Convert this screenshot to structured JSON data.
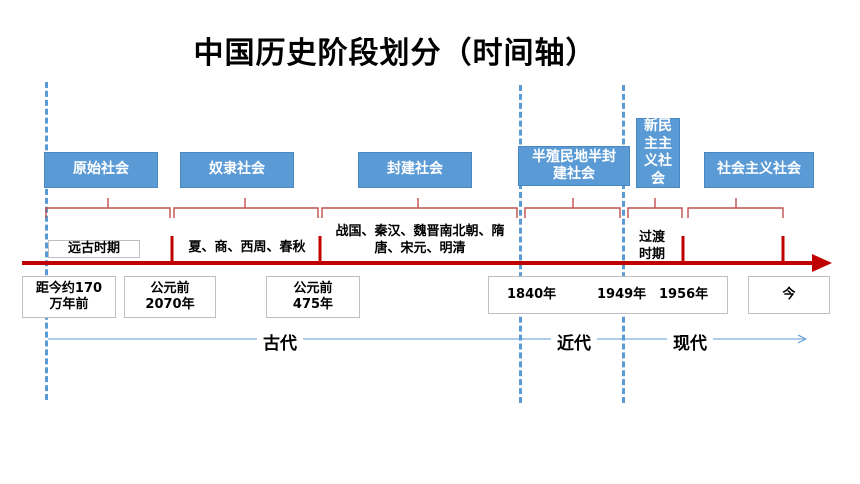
{
  "title": "中国历史阶段划分（时间轴）",
  "periods": {
    "primitive": "原始社会",
    "slavery": "奴隶社会",
    "feudal": "封建社会",
    "semi_colonial": "半殖民地半封建社会",
    "new_democratic": "新民主主义社会",
    "socialist": "社会主义社会"
  },
  "segments": {
    "remote_ancient": "远古时期",
    "xia_to_spring": "夏、商、西周、春秋",
    "warring_to_qing": "战国、秦汉、魏晋南北朝、隋唐、宋元、明清",
    "transition": "过渡时期"
  },
  "dates": {
    "d1": "距今约170万年前",
    "d2": "公元前2070年",
    "d3": "公元前475年",
    "d4": "1840年",
    "d5": "1949年",
    "d6": "1956年",
    "d7": "今"
  },
  "eras": {
    "ancient": "古代",
    "modern": "近代",
    "contemporary": "现代"
  },
  "colors": {
    "accent_blue": "#5b9bd5",
    "axis_red": "#c00000",
    "brace_red": "#c0504d"
  }
}
